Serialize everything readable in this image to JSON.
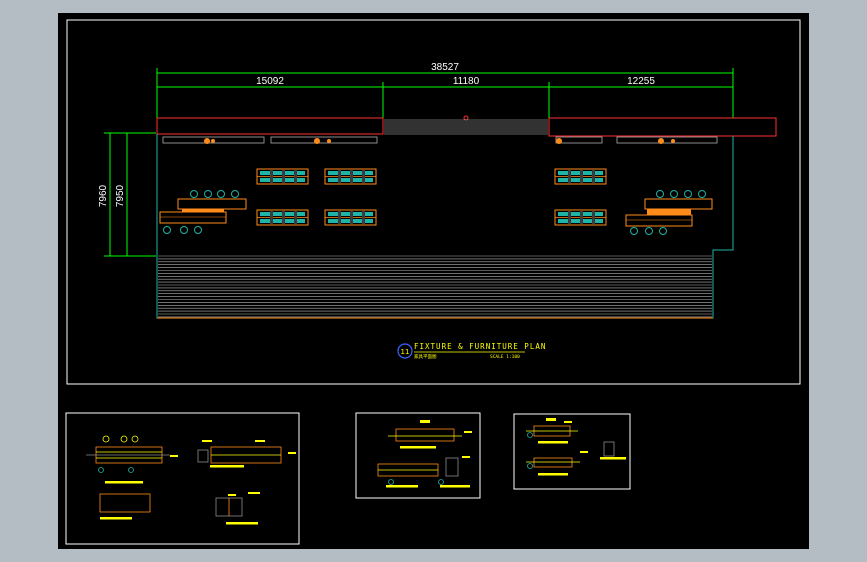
{
  "colors": {
    "background": "#b4bcc4",
    "sheet": "#000000",
    "frame": "#ffffff",
    "dimension": "#00ff00",
    "wall": "#ff3030",
    "furniture": "#ff8c1a",
    "fixture": "#1eb4a8",
    "text": "#ffff00",
    "symbol": "#3c64ff",
    "stair": "#c8c8c8"
  },
  "plan": {
    "dim_total": "38527",
    "dim_left": "15092",
    "dim_mid": "11180",
    "dim_right": "12255",
    "dim_v1": "7960",
    "dim_v2": "7950",
    "title_number": "11",
    "title": "FIXTURE & FURNITURE PLAN",
    "title_sub": "家具平面图",
    "scale": "SCALE 1:100"
  },
  "icons": {
    "section": "section-marker-icon",
    "chair": "chair-circle-icon"
  }
}
